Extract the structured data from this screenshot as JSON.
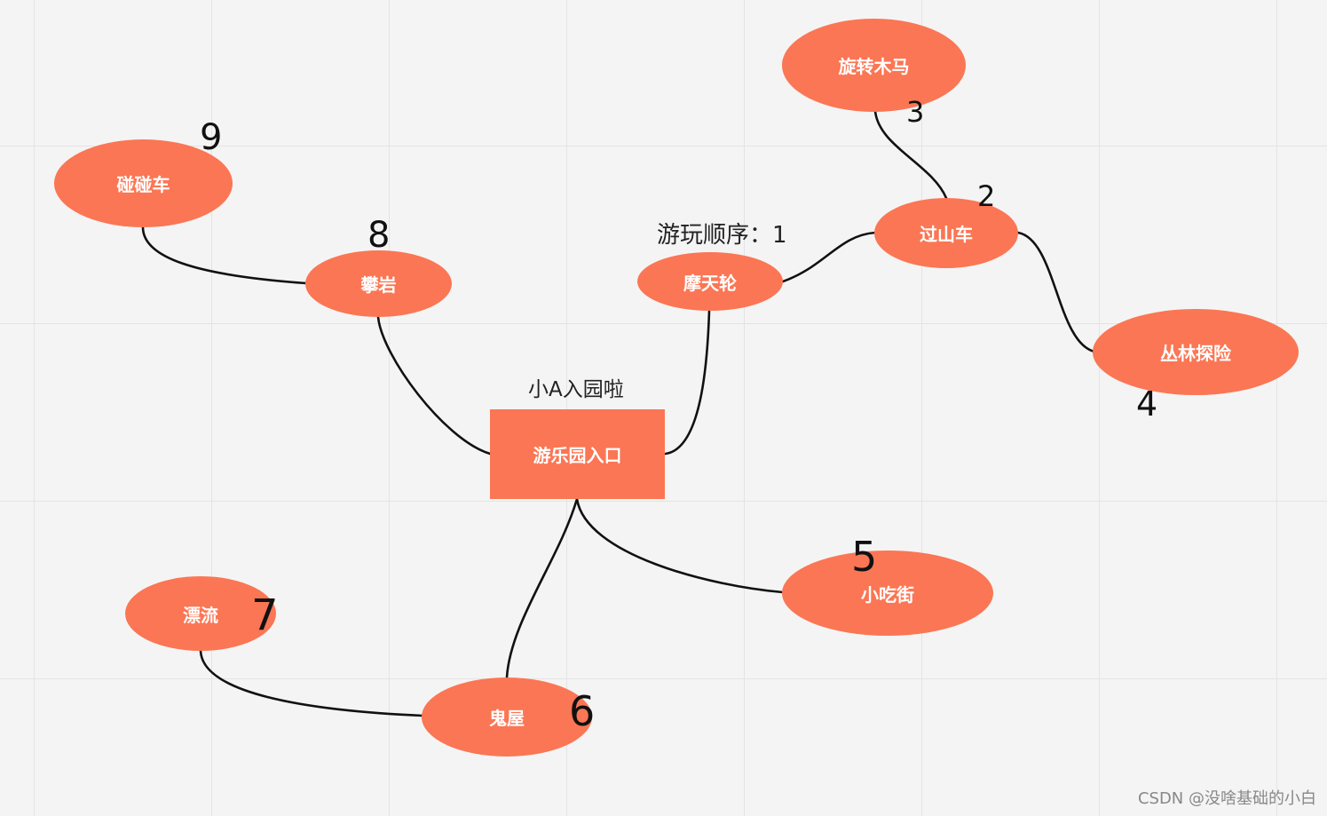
{
  "diagram": {
    "root_caption": "小A入园啦",
    "order_caption": "游玩顺序：1",
    "nodes": {
      "entrance": "游乐园入口",
      "ferris_wheel": "摩天轮",
      "roller_coaster": "过山车",
      "carousel": "旋转木马",
      "jungle": "丛林探险",
      "snack_street": "小吃街",
      "haunted_house": "鬼屋",
      "rafting": "漂流",
      "climbing": "攀岩",
      "bumper_cars": "碰碰车"
    },
    "order_numbers": {
      "roller_coaster": "2",
      "carousel": "3",
      "jungle": "4",
      "snack_street": "5",
      "haunted_house": "6",
      "rafting": "7",
      "climbing": "8",
      "bumper_cars": "9"
    },
    "colors": {
      "node_fill": "#fb7654",
      "node_text": "#ffffff",
      "connector": "#111111",
      "background": "#f4f4f4"
    }
  },
  "watermark": "CSDN @没啥基础的小白"
}
